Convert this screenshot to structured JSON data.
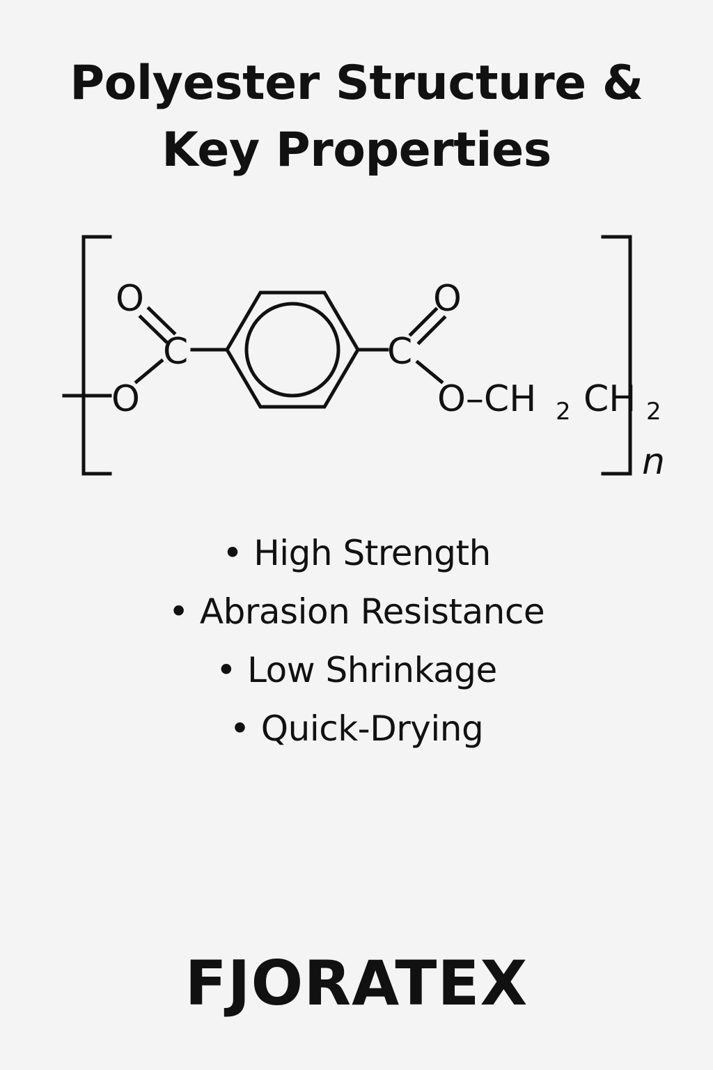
{
  "title": {
    "line1": "Polyester Structure &",
    "line2": "Key Properties"
  },
  "structure": {
    "left_oxygen_double": "O",
    "left_carbon": "C",
    "left_oxygen_single": "O",
    "right_oxygen_double": "O",
    "right_carbon": "C",
    "chain_o": "O–CH",
    "chain_sub1": "2",
    "chain_ch": "CH",
    "chain_sub2": "2",
    "repeat_label": "n"
  },
  "properties": [
    {
      "label": "High Strength"
    },
    {
      "label": "Abrasion Resistance"
    },
    {
      "label": "Low Shrinkage"
    },
    {
      "label": "Quick-Drying"
    }
  ],
  "bullet": "•",
  "brand": "FJORATEX",
  "colors": {
    "background": "#f4f4f4",
    "ink": "#111111"
  }
}
